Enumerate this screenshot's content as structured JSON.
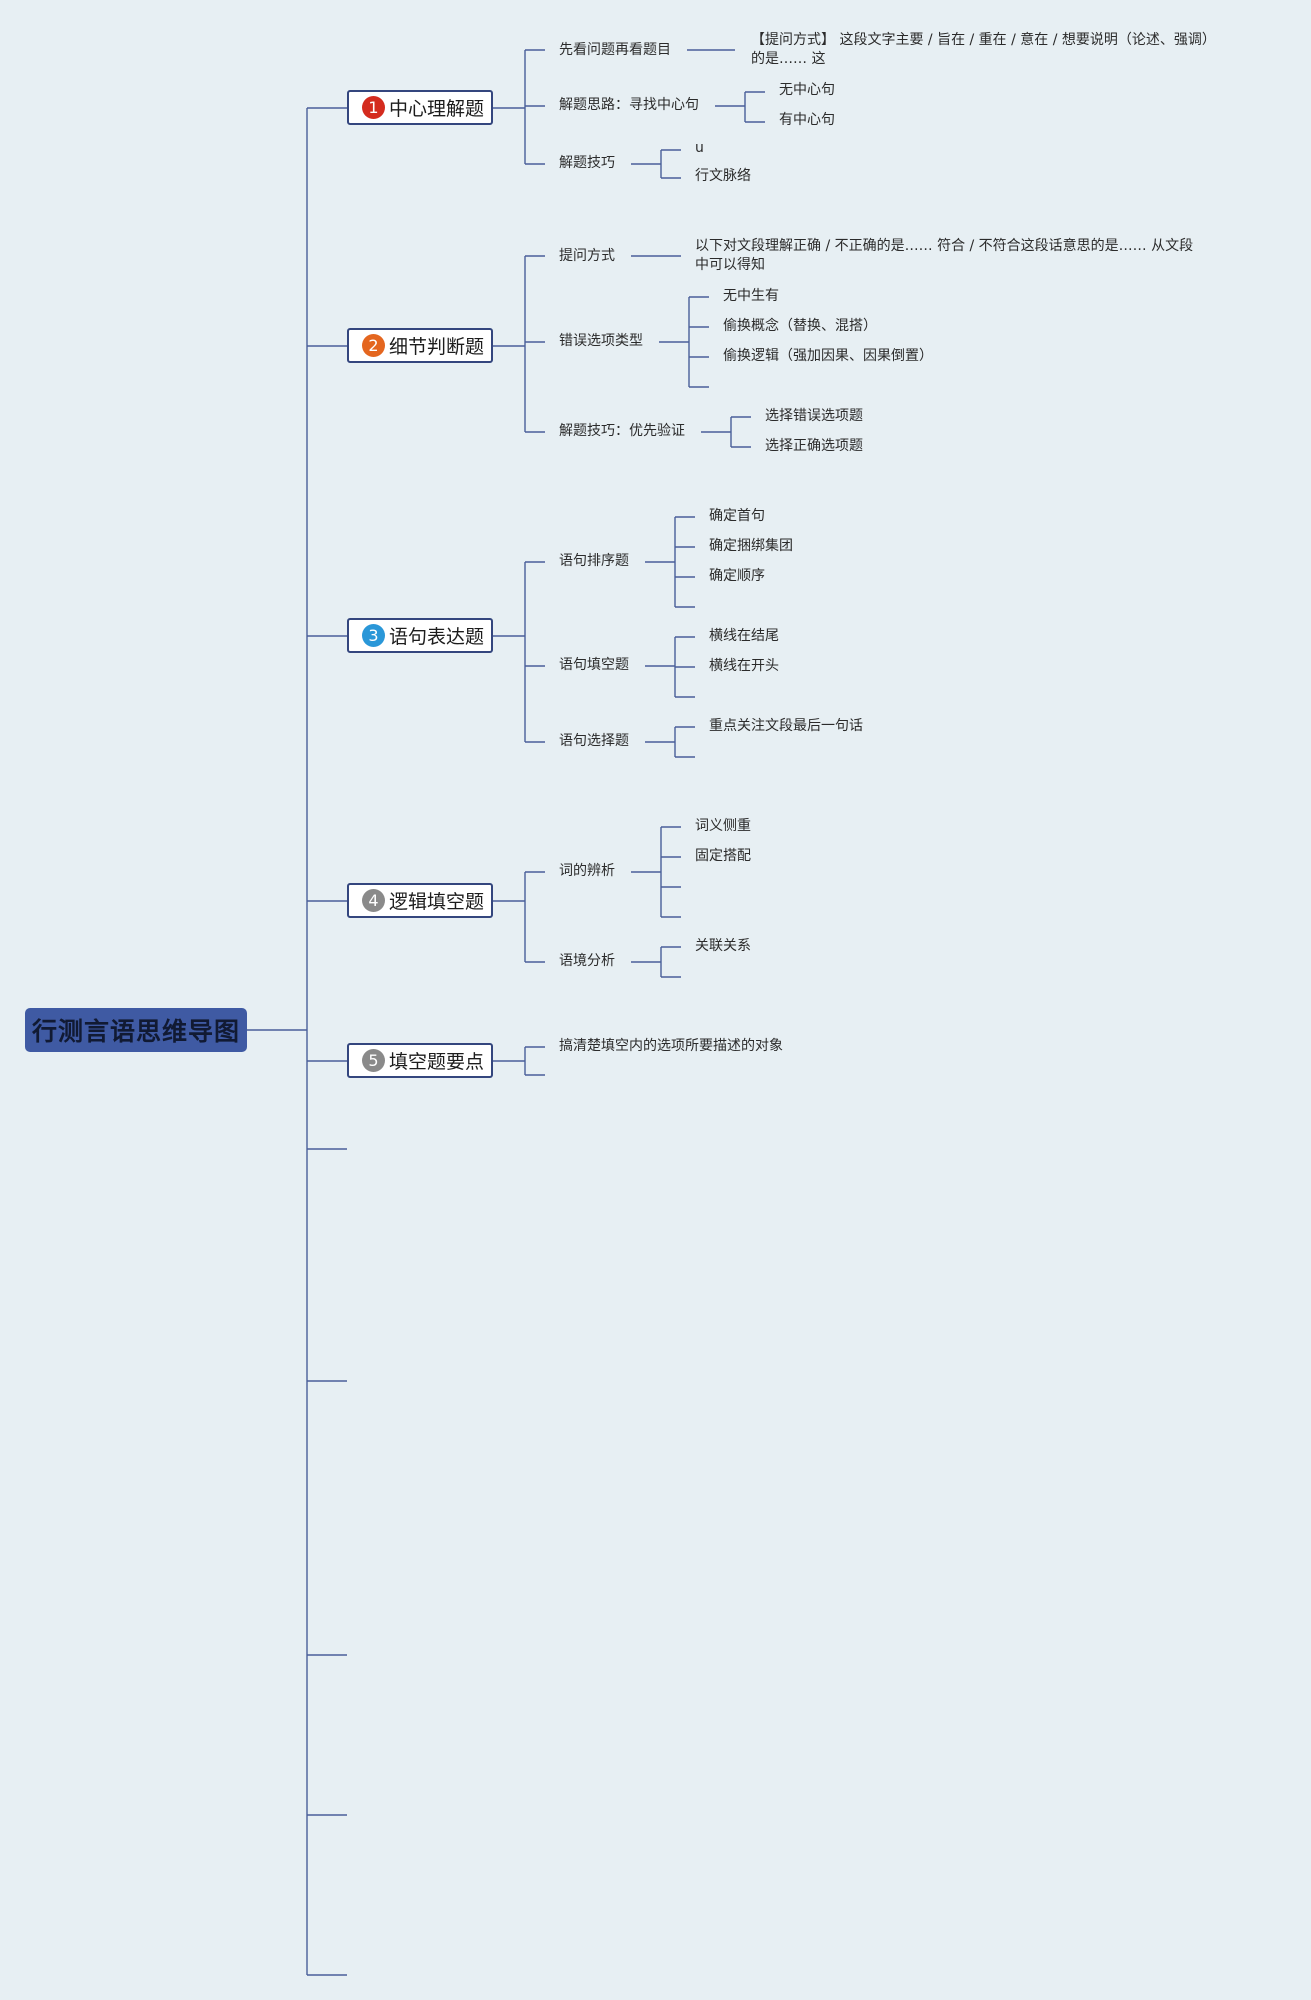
{
  "root": {
    "label": "行测言语思维导图"
  },
  "colors": {
    "badge1": "#d42b1e",
    "badge2": "#e4661f",
    "badge3": "#2a97d8",
    "badge4": "#8a8a8a",
    "badge5": "#8a8a8a"
  },
  "branches": [
    {
      "number": "1",
      "label": "中心理解题",
      "children": [
        {
          "label": "先看问题再看题目",
          "children": [
            {
              "label": "【提问方式】 这段文字主要 / 旨在 / 重在 / 意在 / 想要说明（论述、强调）的是…… 这"
            }
          ]
        },
        {
          "label": "解题思路：寻找中心句",
          "children": [
            {
              "label": "无中心句"
            },
            {
              "label": "有中心句"
            }
          ]
        },
        {
          "label": "解题技巧",
          "children": [
            {
              "label": "u"
            },
            {
              "label": "行文脉络"
            }
          ]
        }
      ]
    },
    {
      "number": "2",
      "label": "细节判断题",
      "children": [
        {
          "label": "提问方式",
          "children": [
            {
              "label": "以下对文段理解正确 / 不正确的是…… 符合 / 不符合这段话意思的是…… 从文段中可以得知"
            }
          ]
        },
        {
          "label": "错误选项类型",
          "children": [
            {
              "label": "无中生有"
            },
            {
              "label": "偷换概念（替换、混搭）"
            },
            {
              "label": "偷换逻辑（强加因果、因果倒置）"
            }
          ]
        },
        {
          "label": "解题技巧：优先验证",
          "children": [
            {
              "label": "选择错误选项题"
            },
            {
              "label": "选择正确选项题"
            }
          ]
        }
      ]
    },
    {
      "number": "3",
      "label": "语句表达题",
      "children": [
        {
          "label": "语句排序题",
          "children": [
            {
              "label": "确定首句"
            },
            {
              "label": "确定捆绑集团"
            },
            {
              "label": "确定顺序"
            }
          ]
        },
        {
          "label": "语句填空题",
          "children": [
            {
              "label": "横线在结尾"
            },
            {
              "label": "横线在开头"
            }
          ]
        },
        {
          "label": "语句选择题",
          "children": [
            {
              "label": "重点关注文段最后一句话"
            }
          ]
        }
      ]
    },
    {
      "number": "4",
      "label": "逻辑填空题",
      "children": [
        {
          "label": "词的辨析",
          "children": [
            {
              "label": "词义侧重"
            },
            {
              "label": "固定搭配"
            }
          ]
        },
        {
          "label": "语境分析",
          "children": [
            {
              "label": "关联关系"
            }
          ]
        }
      ]
    },
    {
      "number": "5",
      "label": "填空题要点",
      "children": [
        {
          "label": "搞清楚填空内的选项所要描述的对象"
        }
      ]
    }
  ]
}
